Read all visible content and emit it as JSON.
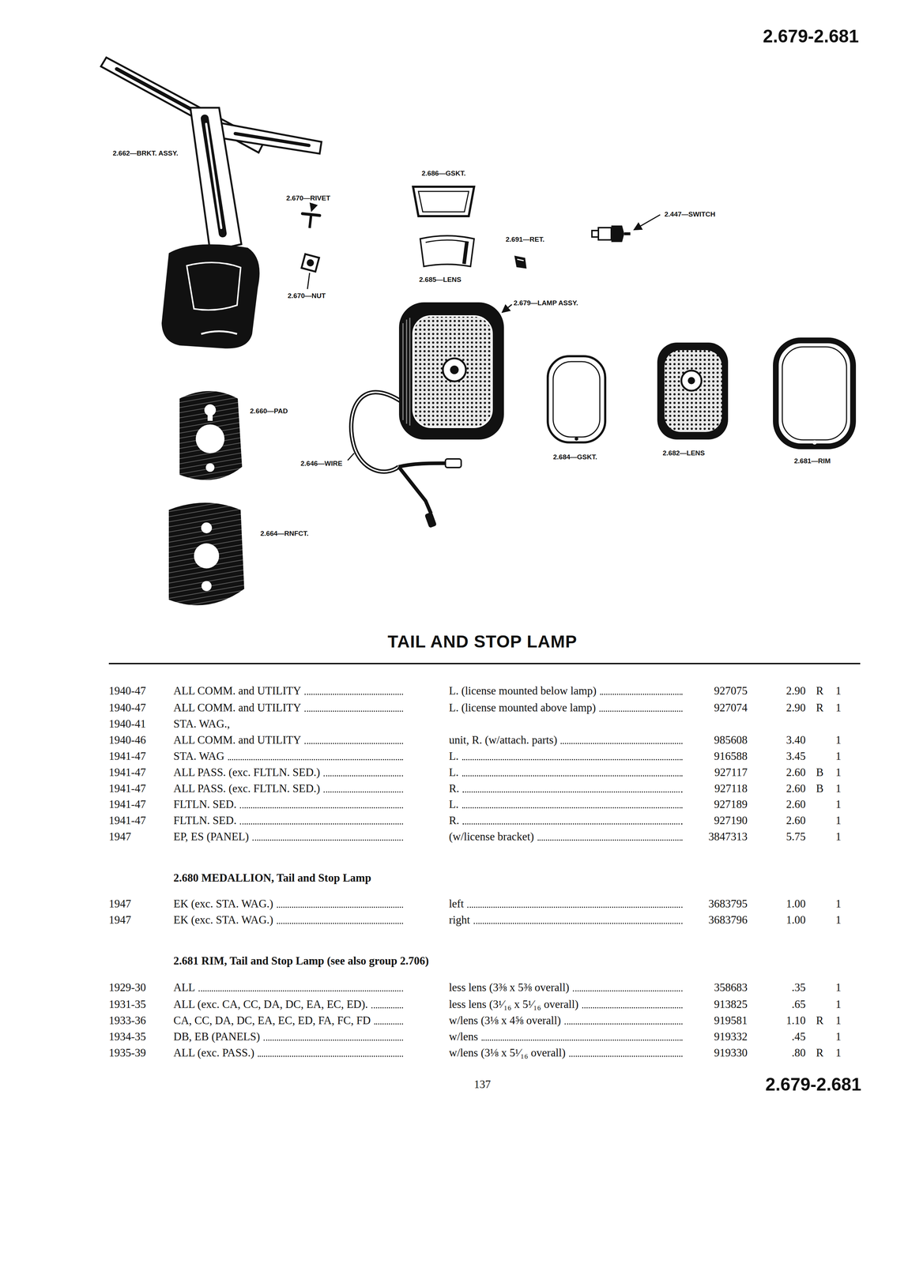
{
  "diagram": {
    "title": "TAIL AND STOP LAMP",
    "labels": [
      "2.679-2.681",
      "2.662—BRKT. ASSY.",
      "2.686—GSKT.",
      "2.670—RIVET",
      "2.447—SWITCH",
      "2.691—RET.",
      "2.685—LENS",
      "2.670—NUT",
      "2.679—LAMP ASSY.",
      "2.660—PAD",
      "2.646—WIRE",
      "2.684—GSKT.",
      "2.682—LENS",
      "2.681—RIM",
      "2.664—RNFCT.",
      "1940-47",
      "ALL COMM. and UTILITY",
      "L. (license mounted below lamp)",
      "927075",
      "2.90",
      "R",
      "1",
      "1940-47",
      "ALL COMM. and UTILITY",
      "L. (license mounted above lamp)",
      "927074",
      "2.90",
      "R",
      "1",
      "1940-41",
      "STA. WAG.,",
      "1940-46",
      "ALL COMM. and UTILITY",
      "unit, R. (w/attach. parts)",
      "985608",
      "3.40",
      "1",
      "1941-47",
      "STA. WAG",
      "L.",
      "916588",
      "3.45",
      "1",
      "1941-47",
      "ALL PASS. (exc. FLTLN. SED.)",
      "L.",
      "927117",
      "2.60",
      "B",
      "1",
      "1941-47",
      "ALL PASS. (exc. FLTLN. SED.)",
      "R.",
      "927118",
      "2.60",
      "B",
      "1",
      "1941-47",
      "FLTLN. SED.",
      "L.",
      "927189",
      "2.60",
      "1",
      "1941-47",
      "FLTLN. SED.",
      "R.",
      "927190",
      "2.60",
      "1",
      "1947",
      "EP, ES (PANEL)",
      "(w/license bracket)",
      "3847313",
      "5.75",
      "1",
      "2.680 MEDALLION, Tail and Stop Lamp",
      "1947",
      "EK (exc. STA. WAG.)",
      "left",
      "3683795",
      "1.00",
      "1",
      "1947",
      "EK (exc. STA. WAG.)",
      "right",
      "3683796",
      "1.00",
      "1",
      "2.681 RIM, Tail and Stop Lamp (see also group 2.706)",
      "1929-30",
      "ALL",
      "less lens (3⅜ x 5⅜ overall)",
      "358683",
      ".35",
      "1",
      "1931-35",
      "ALL (exc. CA, CC, DA, DC, EA, EC, ED).",
      "less lens (3¹⁄₁₆ x 5¹⁄₁₆ overall)",
      "913825",
      ".65",
      "1",
      "1933-36",
      "CA, CC, DA, DC, EA, EC, ED, FA, FC, FD",
      "w/lens (3⅛ x 4⅝ overall)",
      "919581",
      "1.10",
      "R",
      "1",
      "1934-35",
      "DB, EB (PANELS)",
      "w/lens",
      "919332",
      ".45",
      "1",
      "1935-39",
      "ALL (exc. PASS.)",
      "w/lens (3⅛ x 5¹⁄₁₆ overall)",
      "919330",
      ".80",
      "R",
      "1",
      "137",
      "2.679-2.681"
    ]
  }
}
